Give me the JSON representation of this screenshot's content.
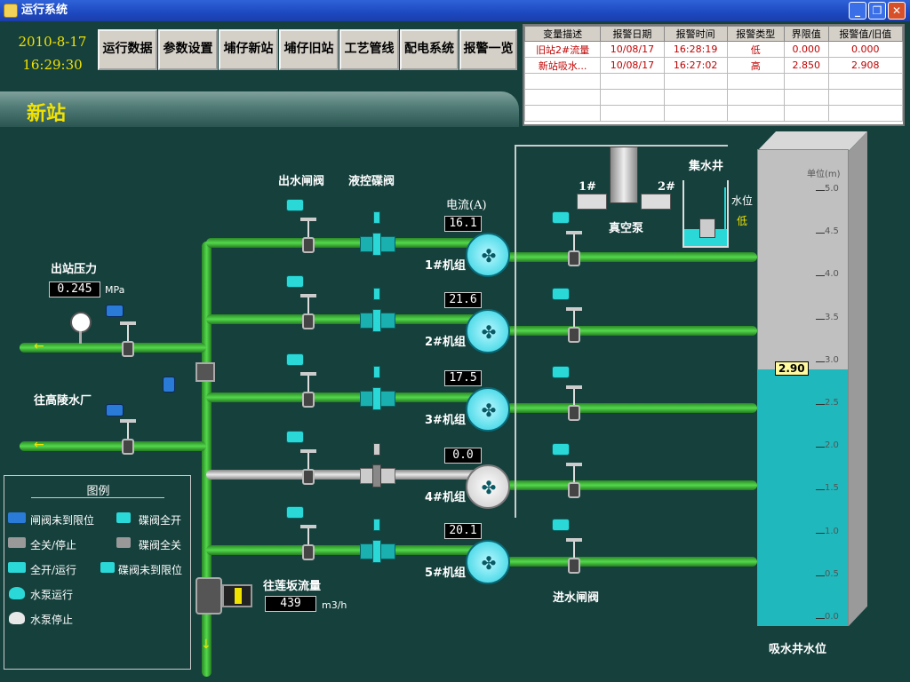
{
  "window": {
    "title": "运行系统",
    "buttons": {
      "minimize": "_",
      "restore": "❐",
      "close": "✕"
    }
  },
  "clock": {
    "date": "2010-8-17",
    "time": "16:29:30"
  },
  "nav": [
    "运行数据",
    "参数设置",
    "埔仔新站",
    "埔仔旧站",
    "工艺管线",
    "配电系统",
    "报警一览"
  ],
  "alarm": {
    "headers": [
      "变量描述",
      "报警日期",
      "报警时间",
      "报警类型",
      "界限值",
      "报警值/旧值"
    ],
    "rows": [
      [
        "旧站2#流量",
        "10/08/17",
        "16:28:19",
        "低",
        "0.000",
        "0.000"
      ],
      [
        "新站吸水...",
        "10/08/17",
        "16:27:02",
        "高",
        "2.850",
        "2.908"
      ],
      [
        "",
        "",
        "",
        "",
        "",
        ""
      ],
      [
        "",
        "",
        "",
        "",
        "",
        ""
      ],
      [
        "",
        "",
        "",
        "",
        "",
        ""
      ]
    ]
  },
  "station": {
    "title": "新站"
  },
  "labels": {
    "outlet_valve": "出水闸阀",
    "hydraulic_butterfly": "液控碟阀",
    "current": "电流(A)",
    "vacuum_pump": "真空泵",
    "vp1": "1#",
    "vp2": "2#",
    "sump": "集水井",
    "water_level": "水位",
    "low": "低",
    "outlet_pressure": "出站压力",
    "pressure_unit": "MPa",
    "to_gaoling": "往高陵水厂",
    "to_lianban": "往莲坂流量",
    "flow_unit": "m3/h",
    "inlet_valve": "进水闸阀",
    "well_level": "吸水井水位",
    "scale_unit": "单位(m)"
  },
  "pressure": "0.245",
  "flow": "439",
  "units": [
    {
      "name": "1#机组",
      "current": "16.1",
      "running": true
    },
    {
      "name": "2#机组",
      "current": "21.6",
      "running": true
    },
    {
      "name": "3#机组",
      "current": "17.5",
      "running": true
    },
    {
      "name": "4#机组",
      "current": "0.0",
      "running": false
    },
    {
      "name": "5#机组",
      "current": "20.1",
      "running": true
    }
  ],
  "well": {
    "level": "2.90",
    "scale": [
      "5.0",
      "4.5",
      "4.0",
      "3.5",
      "3.0",
      "2.5",
      "2.0",
      "1.5",
      "1.0",
      "0.5",
      "0.0"
    ]
  },
  "legend": {
    "title": "图例",
    "items": [
      "闸阀未到限位",
      "碟阀全开",
      "全关/停止",
      "碟阀全关",
      "全开/运行",
      "碟阀未到限位",
      "水泵运行",
      "水泵停止"
    ]
  },
  "colors": {
    "background": "#15403c",
    "pipe_running": "#54d84c",
    "pipe_stopped": "#e8e8e8",
    "equipment": "#2ad8d8",
    "water": "#1fb8bc",
    "highlight": "#f2e200"
  }
}
